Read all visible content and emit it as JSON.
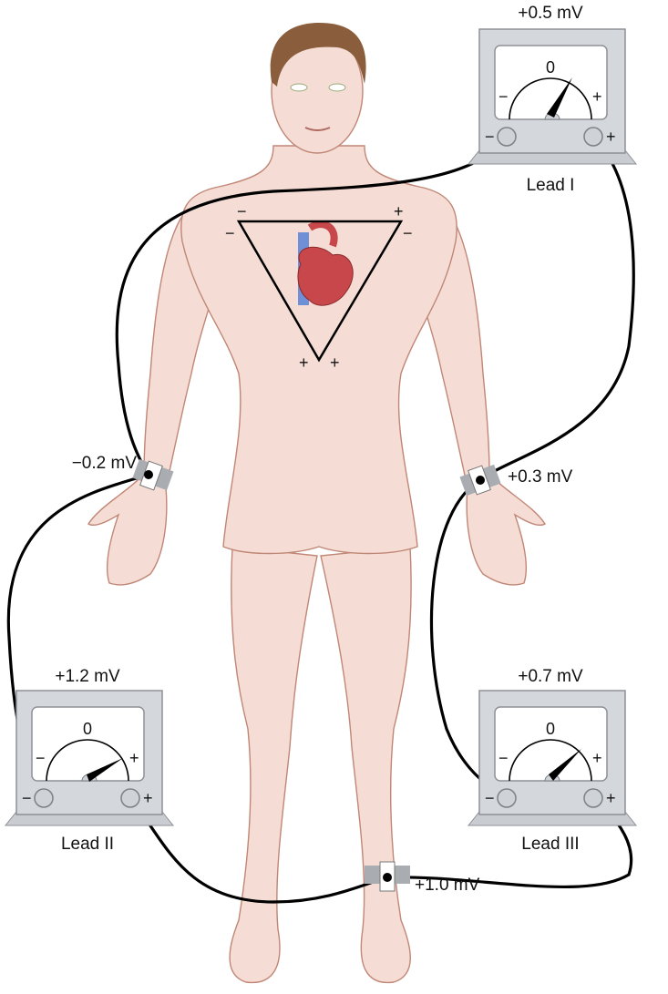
{
  "title": "Einthoven's triangle ECG limb leads",
  "triangle_signs": {
    "top_left_outer": "−",
    "top_right_outer": "+",
    "left_inner": "−",
    "right_inner": "−",
    "bottom_left": "+",
    "bottom_right": "+"
  },
  "electrodes": {
    "right_arm": {
      "value": "−0.2 mV"
    },
    "left_arm": {
      "value": "+0.3 mV"
    },
    "left_leg": {
      "value": "+1.0 mV"
    }
  },
  "meters": [
    {
      "label": "Lead I",
      "value": "+0.5 mV",
      "zero": "0",
      "minus": "−",
      "plus": "+"
    },
    {
      "label": "Lead II",
      "value": "+1.2 mV",
      "zero": "0",
      "minus": "−",
      "plus": "+"
    },
    {
      "label": "Lead III",
      "value": "+0.7 mV",
      "zero": "0",
      "minus": "−",
      "plus": "+"
    }
  ],
  "colors": {
    "skin": "#f5ddd5",
    "heart": "#c8474a",
    "vessel": "#6f8fd6",
    "meter": "#d4d7dc"
  }
}
